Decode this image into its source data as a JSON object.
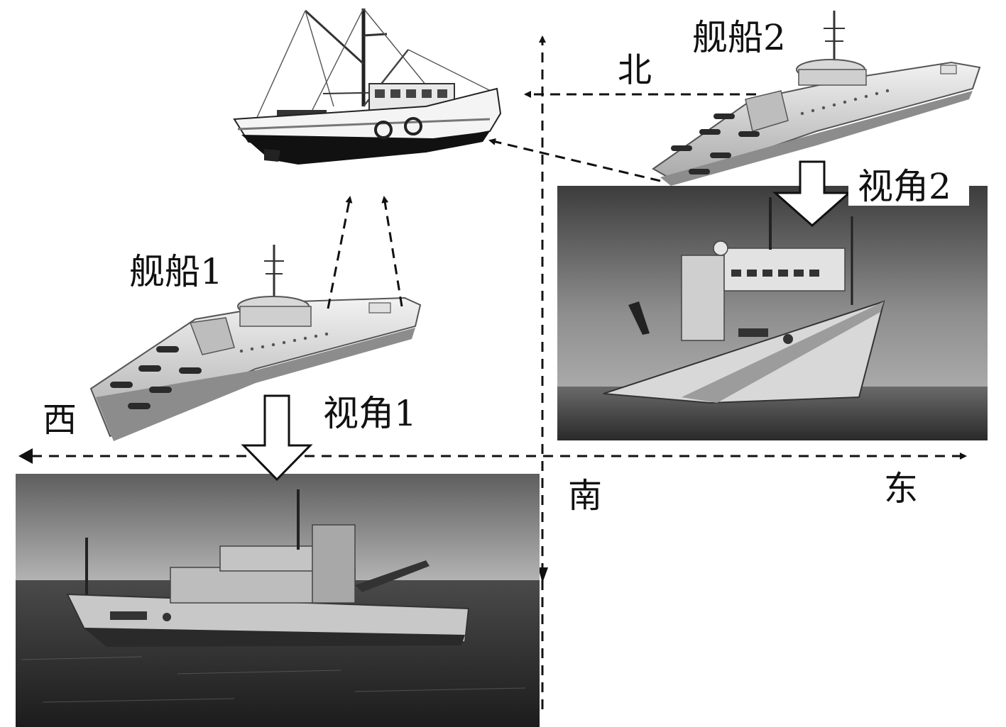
{
  "labels": {
    "ship1": "舰船1",
    "ship2": "舰船2",
    "view1": "视角1",
    "view2": "视角2"
  },
  "directions": {
    "north": "北",
    "south": "南",
    "east": "东",
    "west": "西"
  },
  "colors": {
    "ink": "#111111",
    "ship_hull_light": "#e6e6e6",
    "ship_hull_dark": "#9a9a9a",
    "sky_dark": "#6e6e6e",
    "sea_dark": "#3a3a3a"
  }
}
